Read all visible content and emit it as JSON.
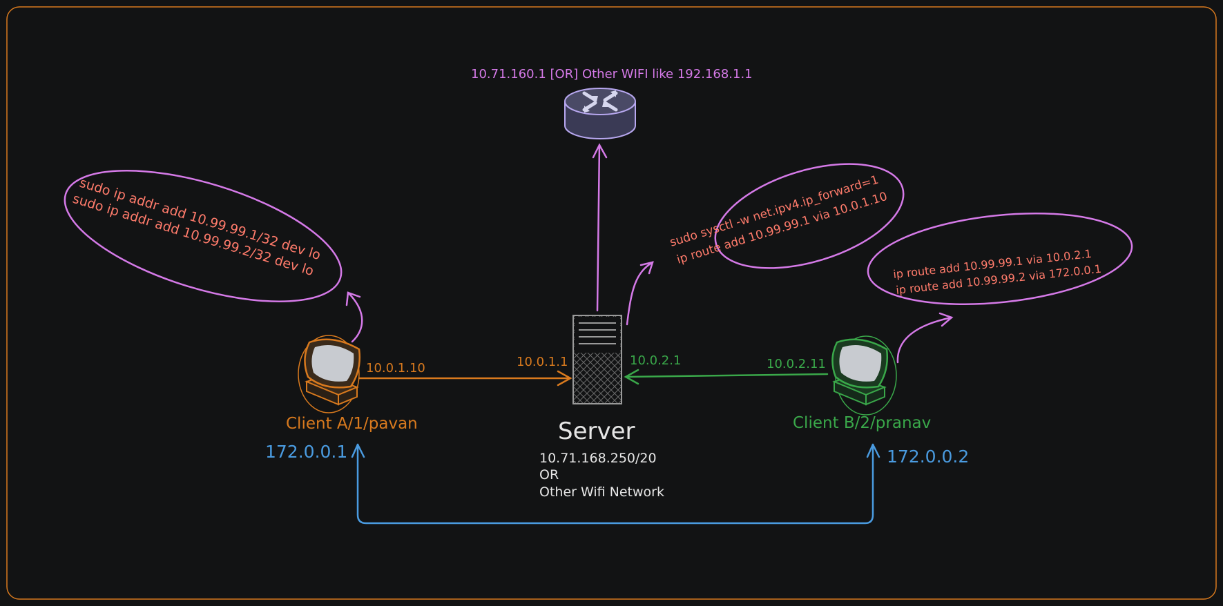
{
  "colors": {
    "background": "#121314",
    "frame": "#d97a1e",
    "orange": "#d97a1e",
    "green": "#3aa84a",
    "blue": "#4a9be0",
    "purple": "#d57ae8",
    "salmon": "#ff7b6b",
    "white": "#e6e6e6",
    "router_fill": "#4a4a66"
  },
  "router": {
    "label": "10.71.160.1 [OR] Other WIFI like 192.168.1.1",
    "icon": "router-icon"
  },
  "server": {
    "title": "Server",
    "details": [
      "10.71.168.250/20",
      "OR",
      "Other Wifi Network"
    ],
    "ip_left": "10.0.1.1",
    "ip_right": "10.0.2.1",
    "icon": "server-tower-icon",
    "note": [
      "sudo sysctl -w net.ipv4.ip_forward=1",
      "ip route add 10.99.99.1 via 10.0.1.10"
    ]
  },
  "client_a": {
    "label": "Client A/1/pavan",
    "ip": "10.0.1.10",
    "lo_ip": "172.0.0.1",
    "icon": "computer-icon",
    "note": [
      "sudo ip addr add 10.99.99.1/32 dev lo",
      "sudo ip addr add 10.99.99.2/32 dev lo"
    ]
  },
  "client_b": {
    "label": "Client B/2/pranav",
    "ip": "10.0.2.11",
    "lo_ip": "172.0.0.2",
    "icon": "computer-icon",
    "note": [
      "ip route add 10.99.99.1 via 10.0.2.1",
      "ip route add 10.99.99.2 via 172.0.0.1"
    ]
  }
}
